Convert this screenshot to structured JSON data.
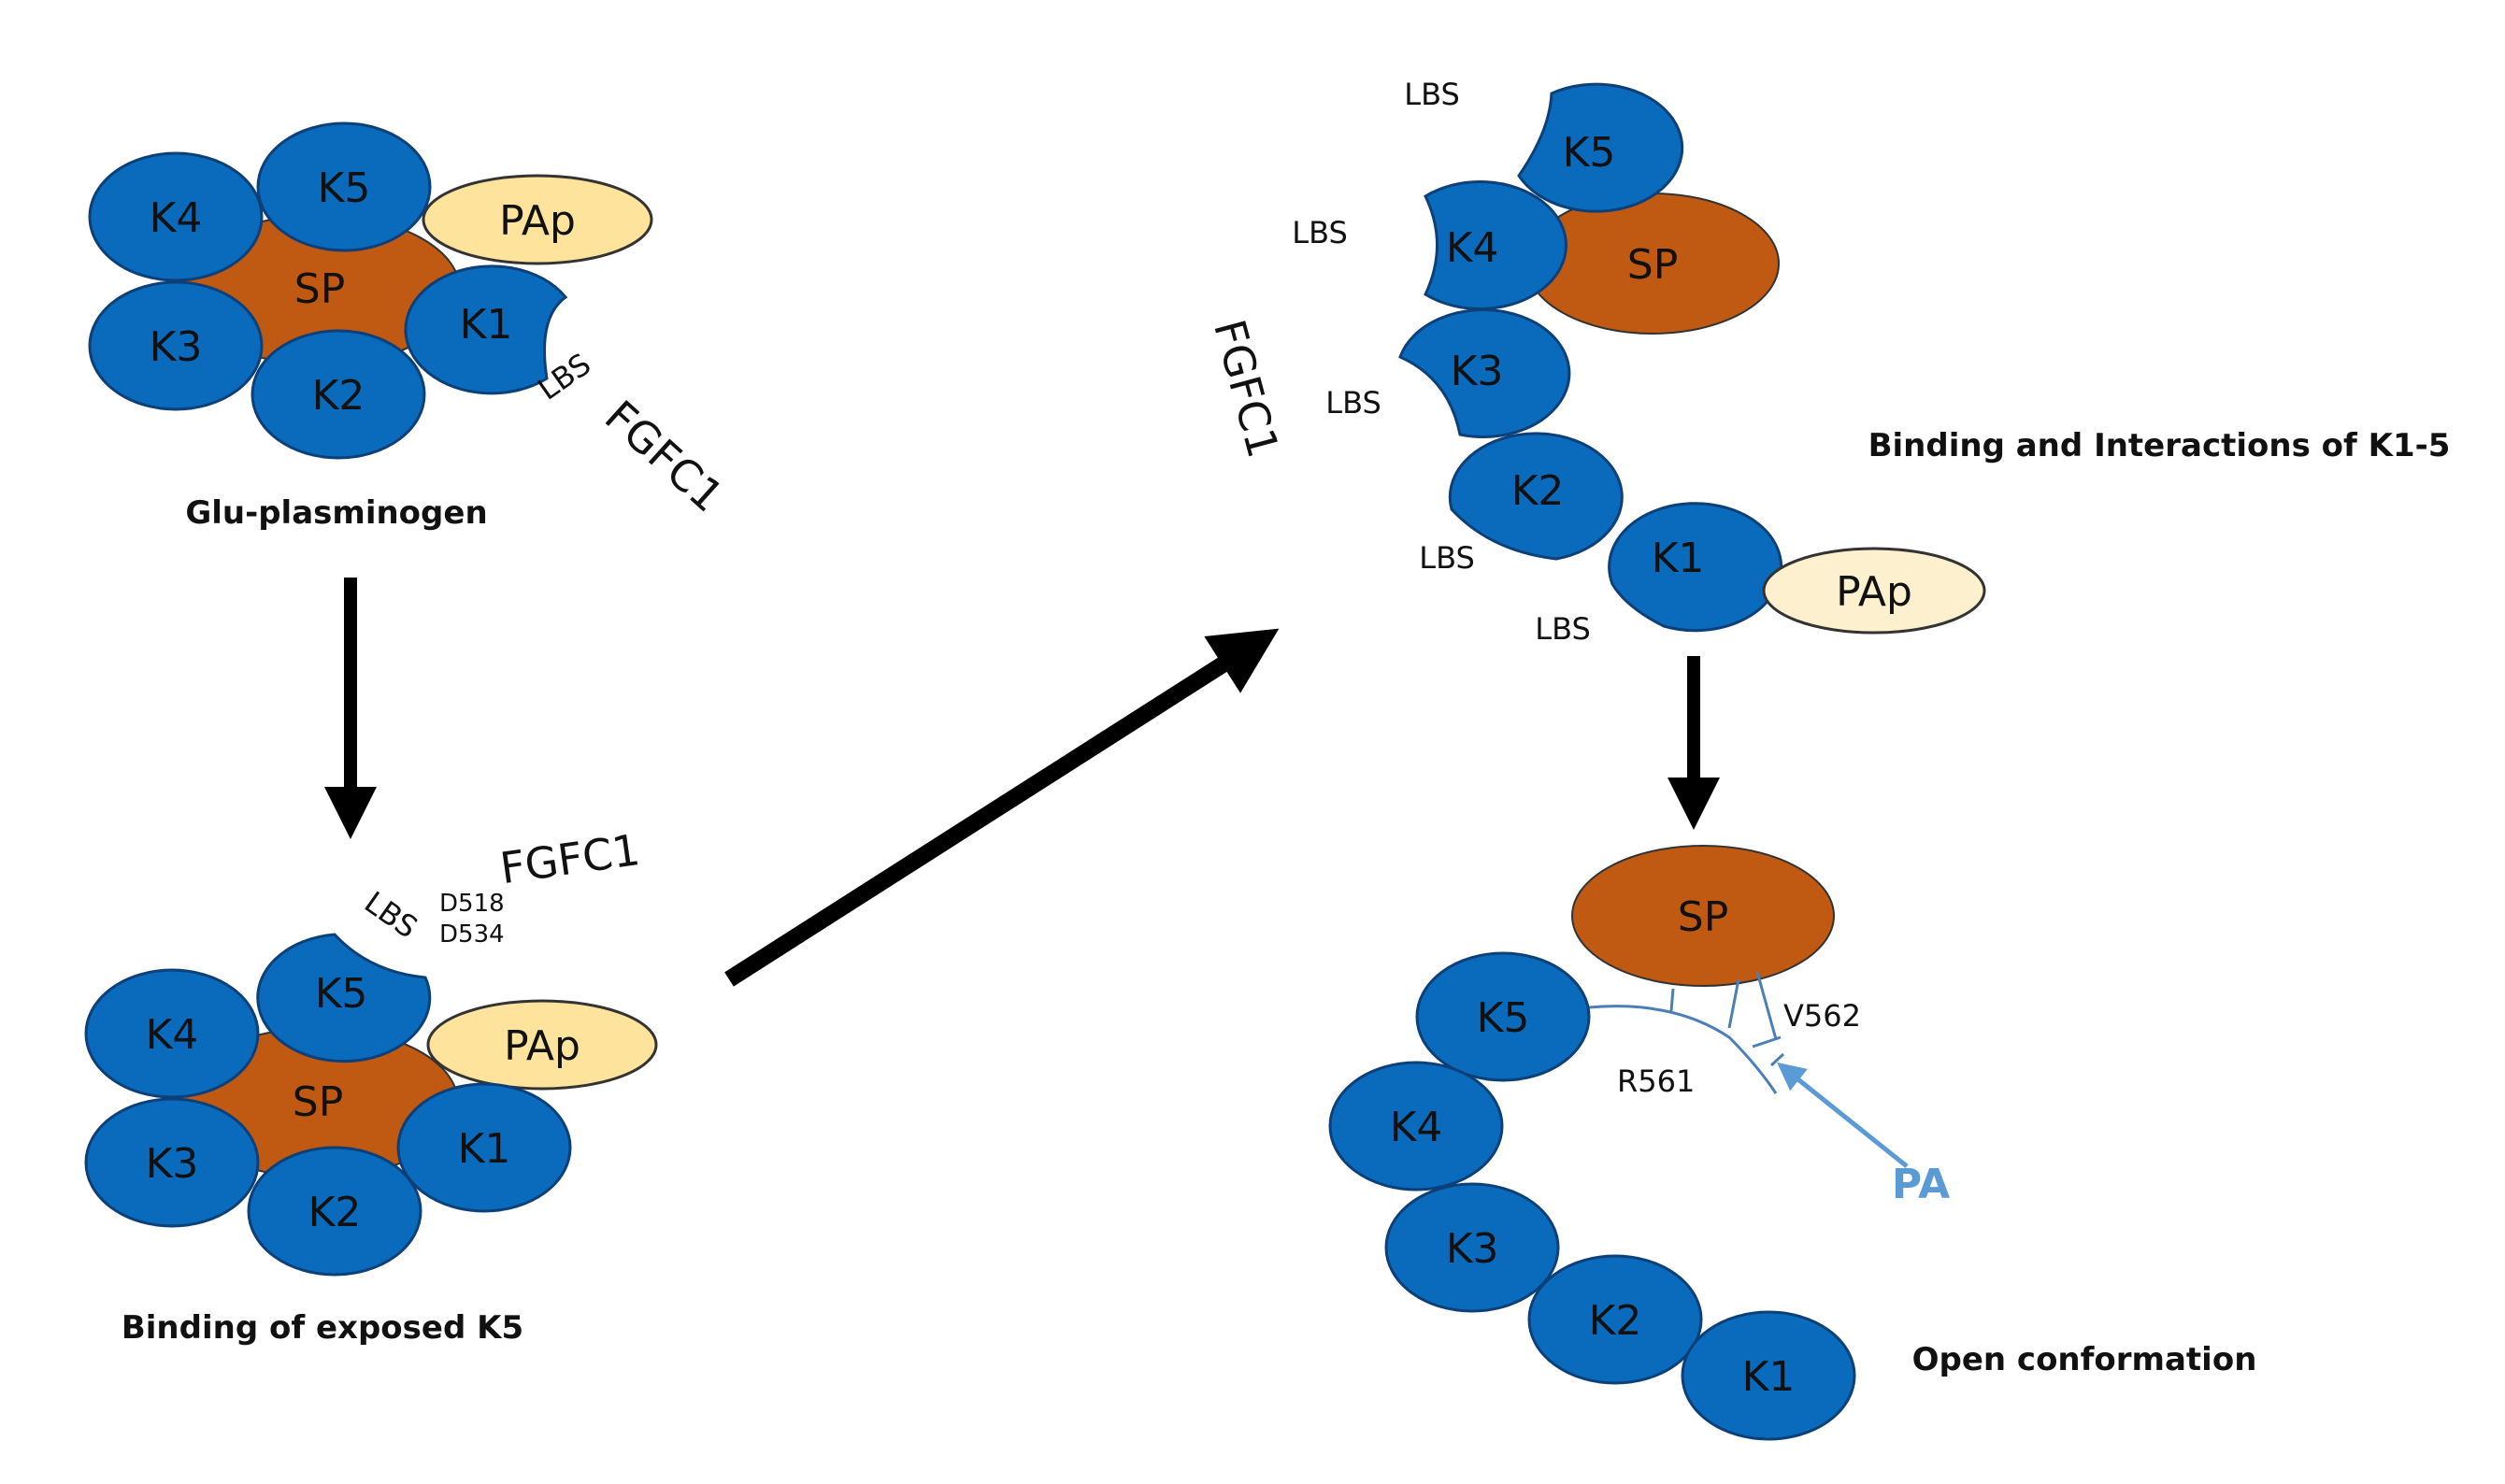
{
  "colors": {
    "kringle": "#0a6bbd",
    "serine_protease": "#c05a12",
    "pap": "#fde39c",
    "pap_light": "#fdf0cf",
    "pa": "#5b9bd5"
  },
  "labels": {
    "k1": "K1",
    "k2": "K2",
    "k3": "K3",
    "k4": "K4",
    "k5": "K5",
    "sp": "SP",
    "pap": "PAp",
    "lbs": "LBS",
    "fgfc1": "FGFC1",
    "d518": "D518",
    "d534": "D534",
    "r561": "R561",
    "v562": "V562",
    "pa": "PA"
  },
  "captions": {
    "glu": "Glu-plasminogen",
    "exposed_k5": "Binding of exposed K5",
    "interactions": "Binding and Interactions of K1-5",
    "open": "Open conformation"
  }
}
